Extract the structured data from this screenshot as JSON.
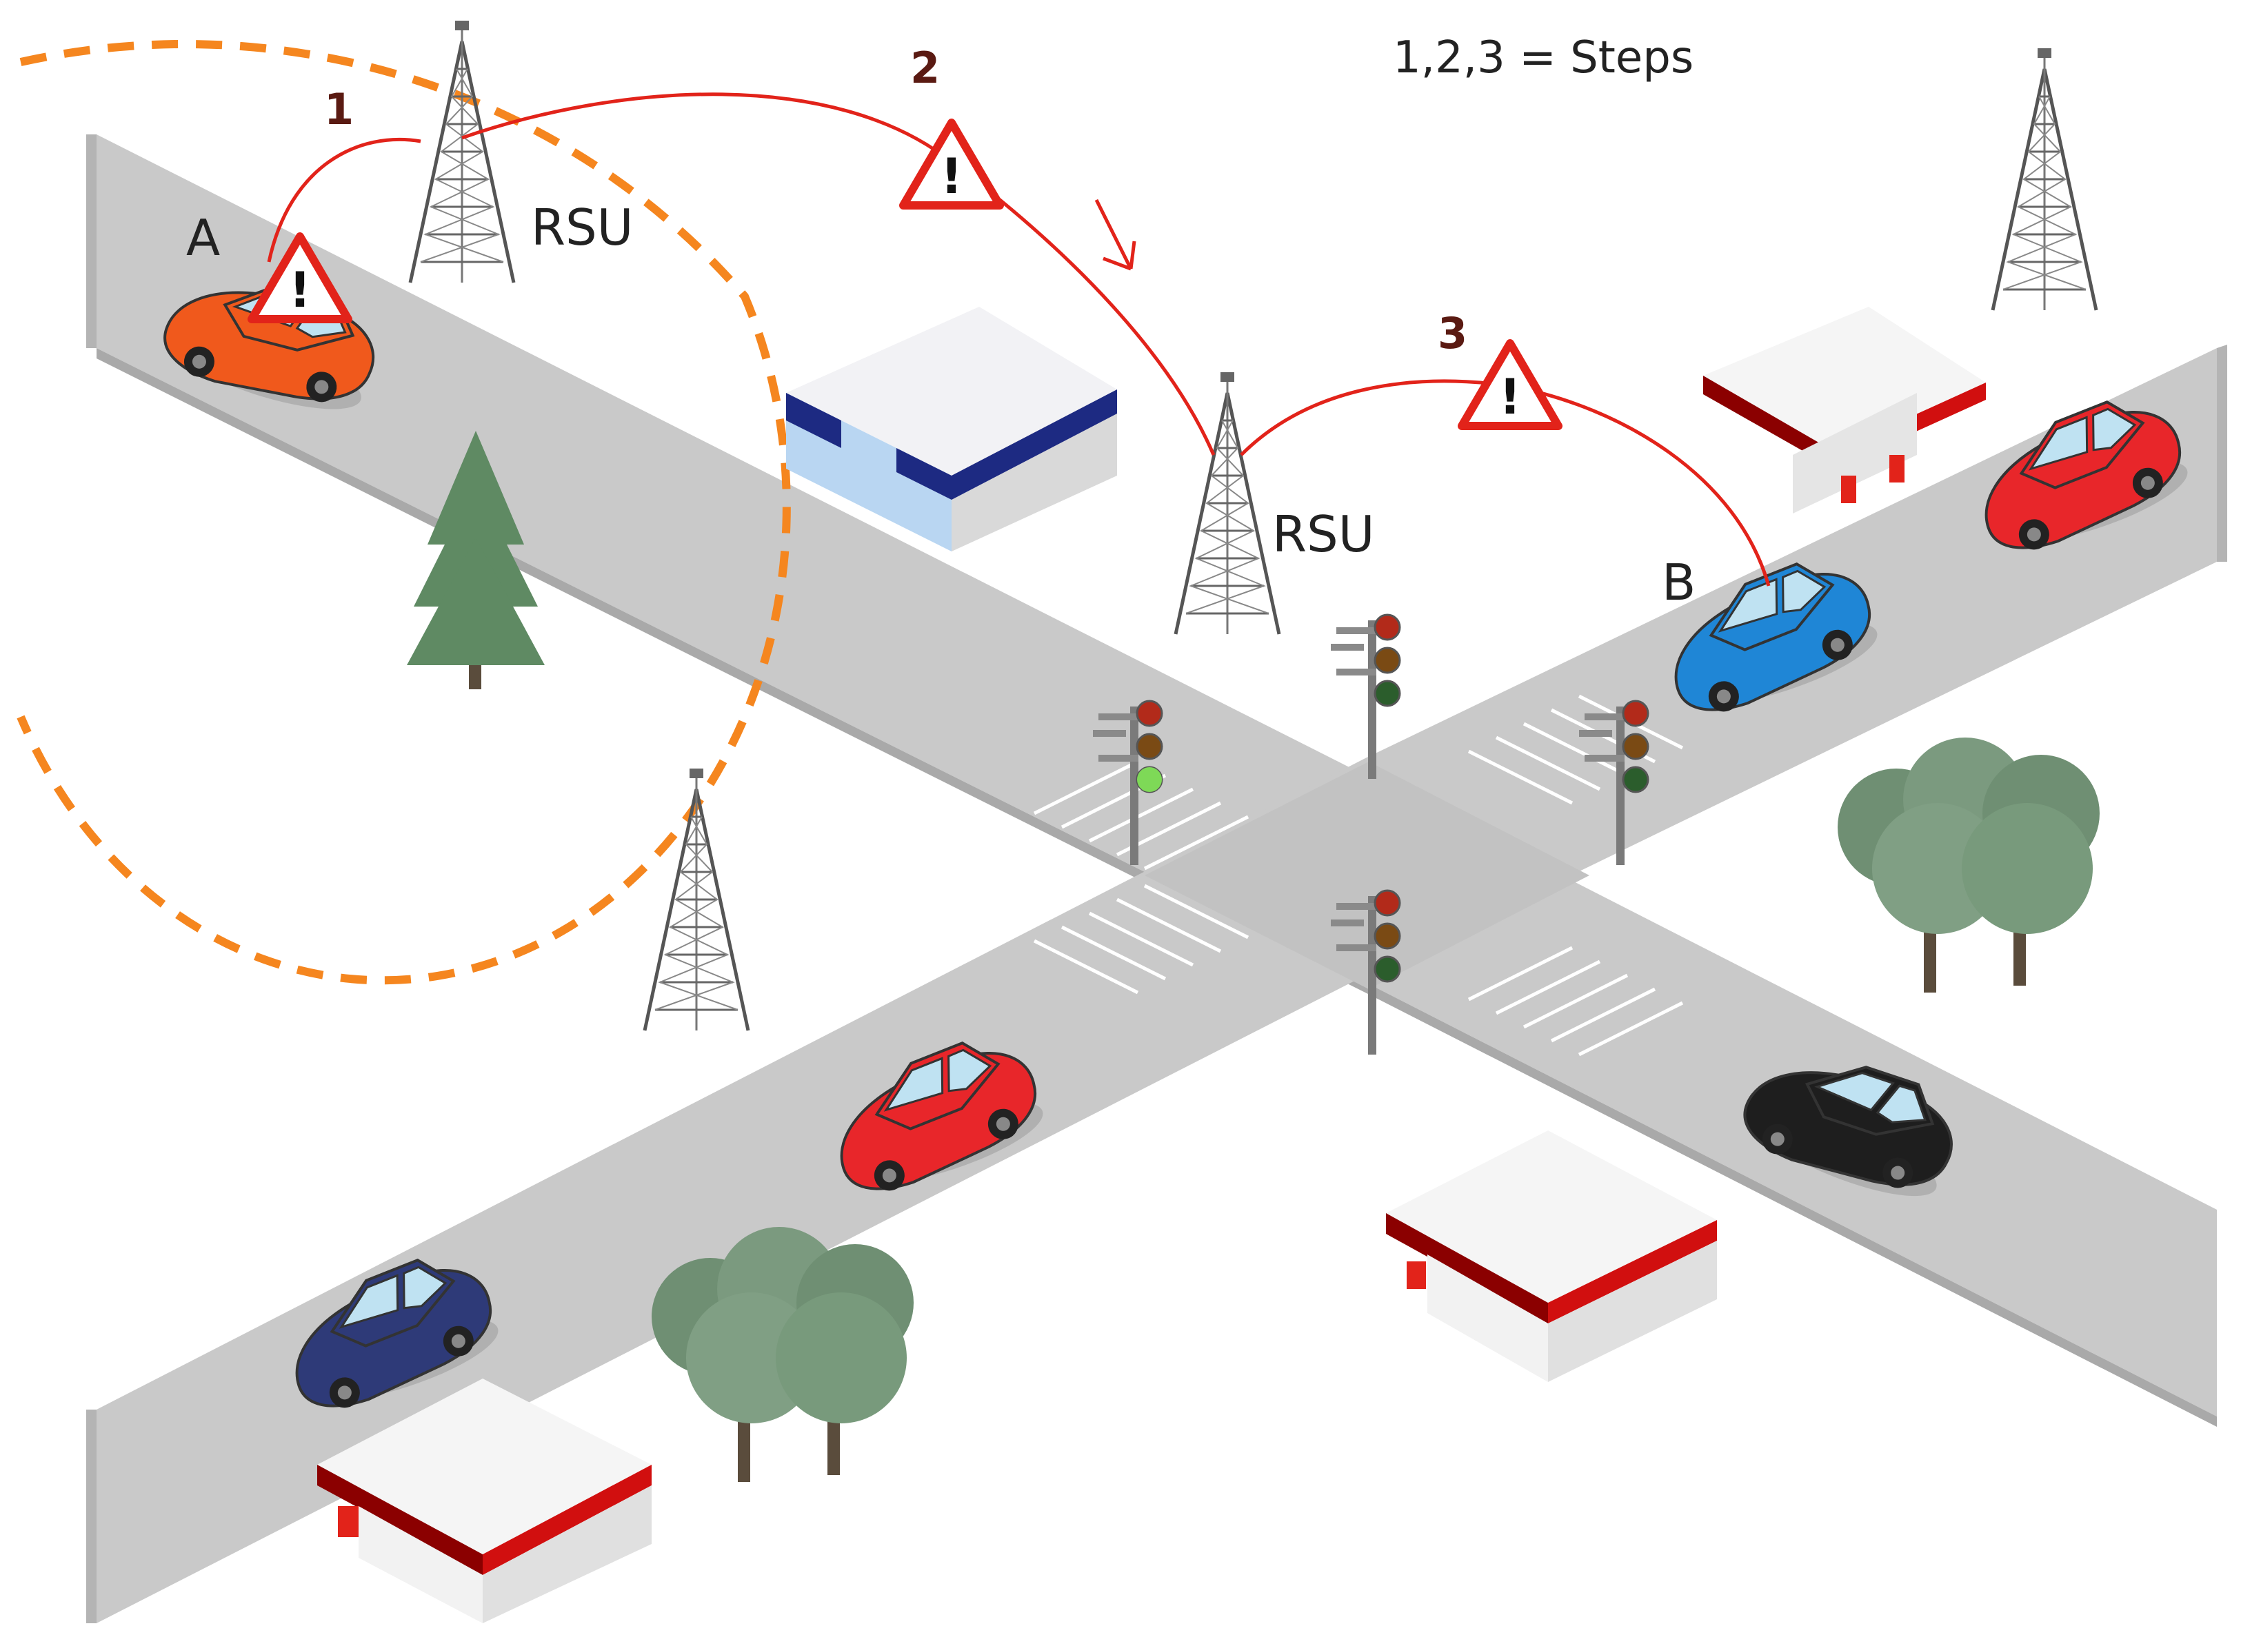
{
  "legend": {
    "text": "1,2,3 = Steps"
  },
  "labels": {
    "vehicle_a": "A",
    "vehicle_b": "B",
    "rsu_1": "RSU",
    "rsu_2": "RSU"
  },
  "steps": [
    "1",
    "2",
    "3"
  ],
  "warning_symbol": "!",
  "icons": [
    "warning-triangle-icon",
    "cell-tower-icon",
    "traffic-light-icon",
    "car-icon",
    "tree-icon",
    "building-icon"
  ],
  "colors": {
    "road": "#c9c9c9",
    "road_edge": "#a9a9a9",
    "path": "#e2231a",
    "coverage": "#f5861f",
    "car_a": "#f0591c",
    "car_b": "#1f86d6",
    "car_red": "#e8262a",
    "car_black": "#1e1e1e",
    "car_navy": "#2e3a78",
    "tree": "#6f8f73",
    "pine": "#5f8a63",
    "roof_blue": "#1d2a82",
    "roof_red": "#d10f0f"
  }
}
